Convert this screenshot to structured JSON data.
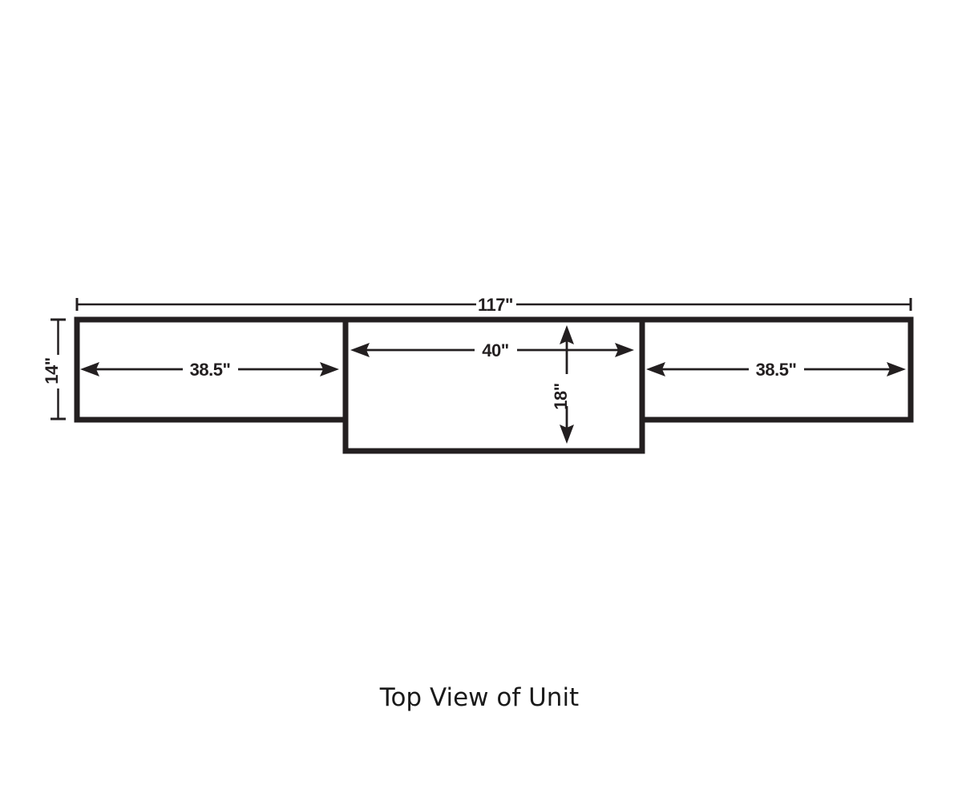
{
  "drawing": {
    "caption": "Top View of Unit",
    "stroke_color": "#231f20",
    "background_color": "#ffffff",
    "dimensions": {
      "overall_width": "117\"",
      "left_section_width": "38.5\"",
      "center_section_width": "40\"",
      "right_section_width": "38.5\"",
      "side_depth": "14\"",
      "center_depth": "18\""
    },
    "labels": {
      "overall": "117\"",
      "left": "38.5\"",
      "center_horizontal": "40\"",
      "right": "38.5\"",
      "depth_left": "14\"",
      "depth_center": "18\""
    }
  }
}
